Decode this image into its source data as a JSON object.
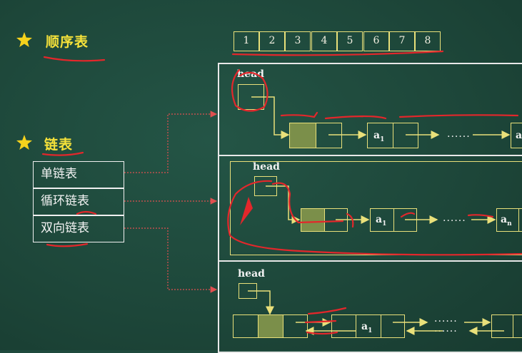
{
  "sections": {
    "sequential_title": "顺序表",
    "linked_title": "链表"
  },
  "array_cells": [
    "1",
    "2",
    "3",
    "4",
    "5",
    "6",
    "7",
    "8"
  ],
  "menu": {
    "items": [
      "单链表",
      "循环链表",
      "双向链表"
    ]
  },
  "panels": {
    "singly": {
      "head": "head",
      "a1": "a",
      "a1_sub": "1",
      "dots": "......",
      "an": "a"
    },
    "circular": {
      "head": "head",
      "a1": "a",
      "a1_sub": "1",
      "dots": "......",
      "an": "a",
      "an_sub": "n"
    },
    "doubly": {
      "head": "head",
      "a1": "a",
      "a1_sub": "1",
      "dots": "......"
    }
  },
  "colors": {
    "board": "#1f4a3d",
    "heading": "#f6e23a",
    "node_border": "#e9e07a",
    "node_fill": "#7b8f4a",
    "connector": "#e05050",
    "annotation": "#e3272b"
  }
}
